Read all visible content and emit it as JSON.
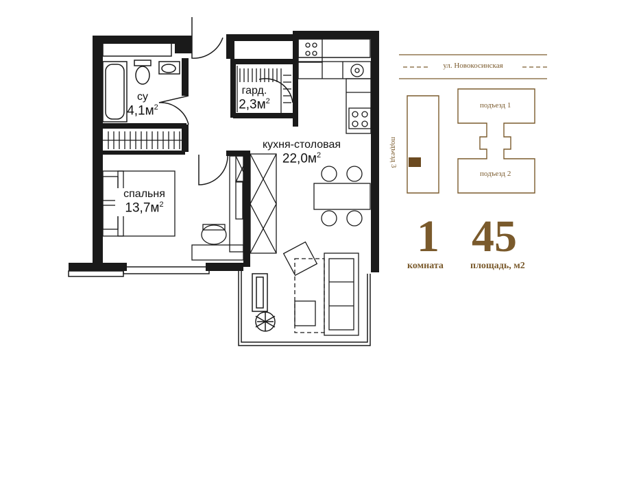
{
  "rooms": {
    "bath": {
      "name": "су",
      "area": "4,1м",
      "sup": "2"
    },
    "wardrobe": {
      "name": "гард.",
      "area": "2,3м",
      "sup": "2"
    },
    "kitchen": {
      "name": "кухня-столовая",
      "area": "22,0м",
      "sup": "2"
    },
    "bedroom": {
      "name": "спальня",
      "area": "13,7м",
      "sup": "2"
    }
  },
  "legend": {
    "street": "ул. Новокосинская",
    "entrance1": "подъезд 1",
    "entrance2": "подъезд 2",
    "entrance3": "подъезд 3",
    "rooms_value": "1",
    "rooms_caption": "комната",
    "area_value": "45",
    "area_caption": "площадь, м2"
  },
  "colors": {
    "wall": "#1a1a1a",
    "accent": "#7a5a2c",
    "highlight": "#6b4a20"
  }
}
